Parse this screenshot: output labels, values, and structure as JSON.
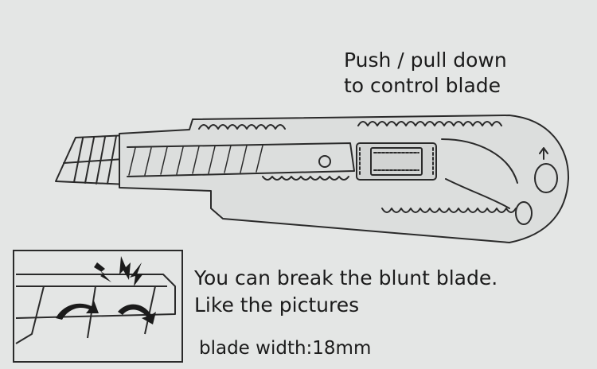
{
  "annotations": {
    "push_pull_line1": "Push / pull down",
    "push_pull_line2": "to control blade",
    "break_line1": "You can break the blunt blade.",
    "break_line2": "Like the pictures",
    "blade_width": "blade width:18mm"
  },
  "colors": {
    "background": "#e4e6e5",
    "line": "#2a2a2a",
    "body_fill": "#dcdedd"
  },
  "icons": [
    "utility-knife-illustration",
    "blade-snap-illustration",
    "break-spark-icon",
    "curved-arrow-icon"
  ]
}
